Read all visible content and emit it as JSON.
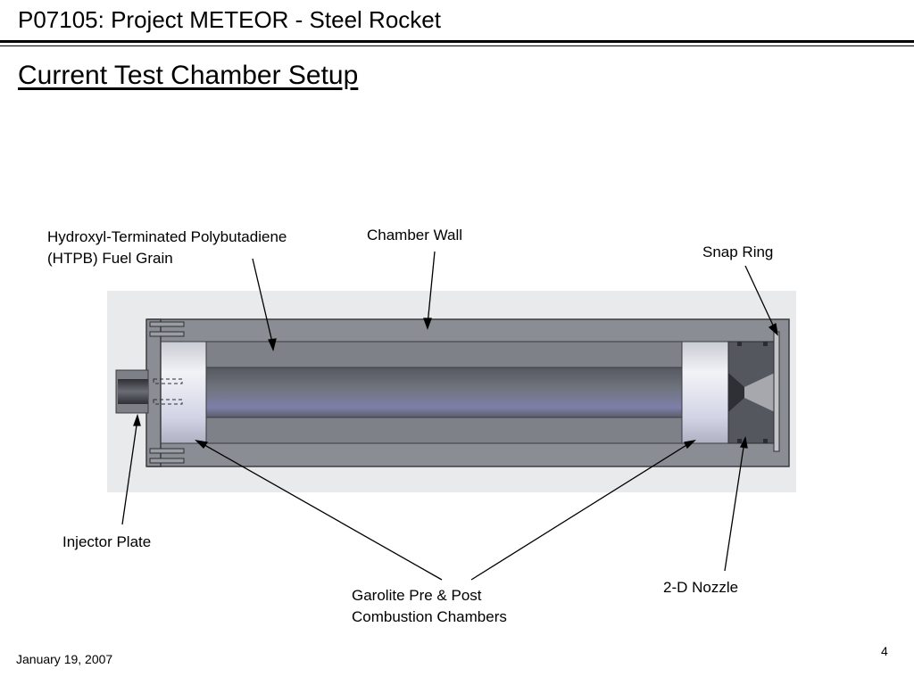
{
  "header": {
    "title": "P07105: Project METEOR - Steel Rocket"
  },
  "slide": {
    "title": "Current Test Chamber Setup"
  },
  "labels": {
    "fuel_grain_line1": "Hydroxyl-Terminated Polybutadiene",
    "fuel_grain_line2": "(HTPB) Fuel Grain",
    "chamber_wall": "Chamber Wall",
    "snap_ring": "Snap Ring",
    "injector_plate": "Injector Plate",
    "garolite_line1": "Garolite Pre & Post",
    "garolite_line2": "Combustion Chambers",
    "nozzle": "2-D Nozzle"
  },
  "footer": {
    "date": "January 19, 2007",
    "page": "4"
  }
}
